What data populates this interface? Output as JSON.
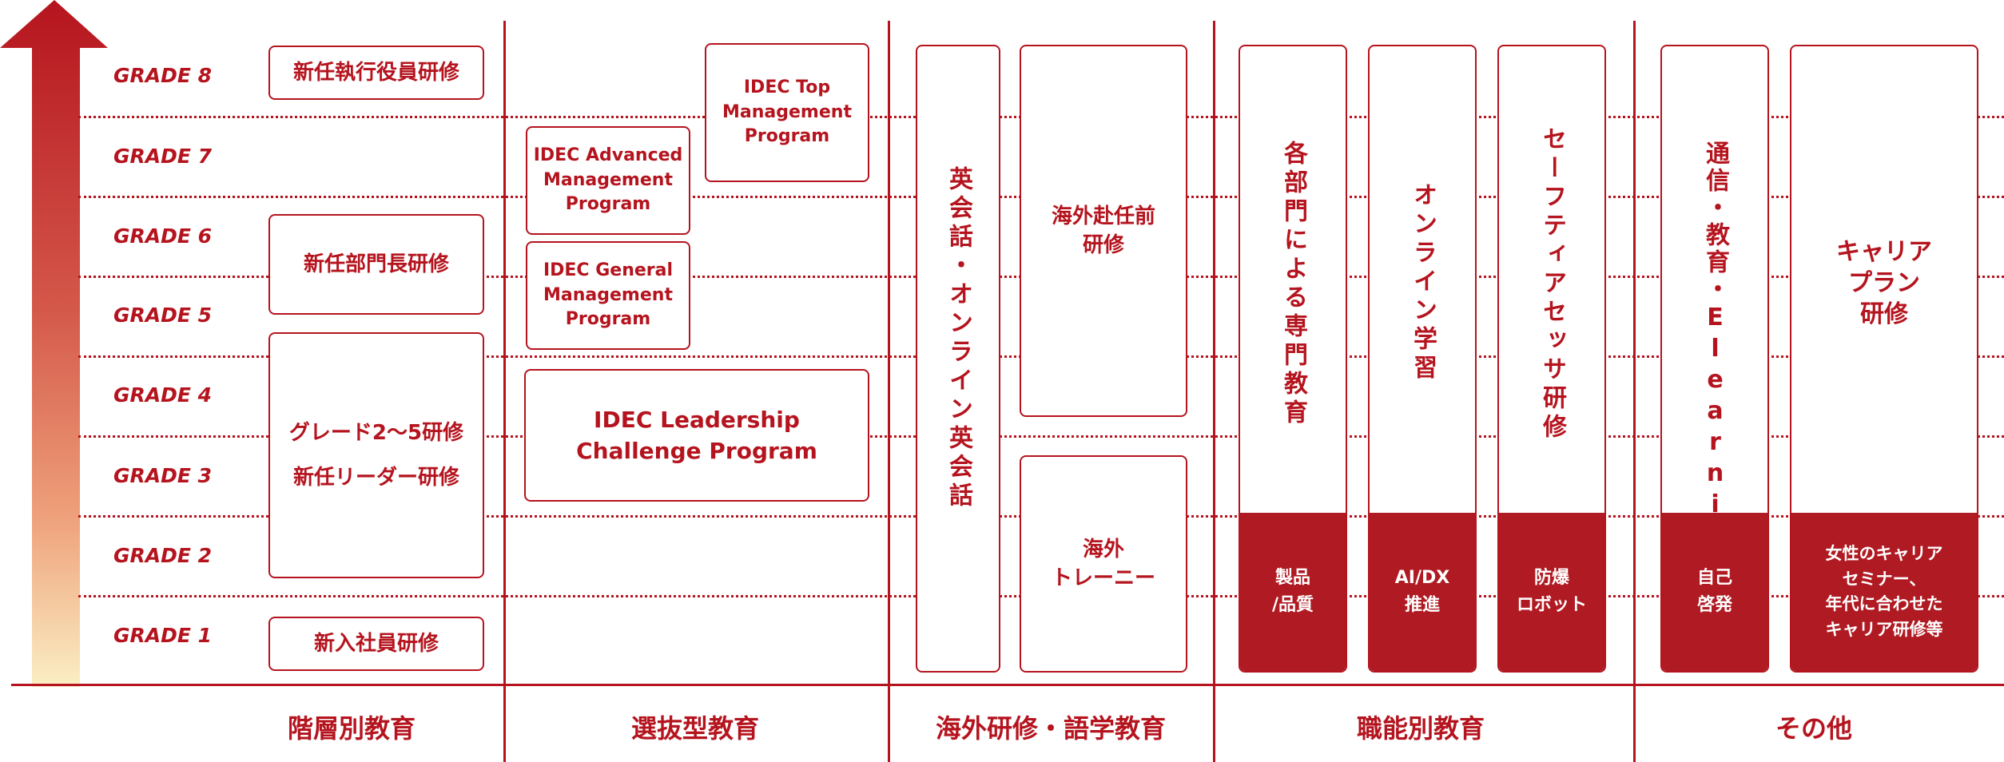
{
  "colors": {
    "primary": "#b5141e",
    "filled": "#b01a22",
    "arrow_top": "#b5141e",
    "arrow_bottom": "#fbefc4"
  },
  "grades": [
    "GRADE 8",
    "GRADE 7",
    "GRADE 6",
    "GRADE 5",
    "GRADE 4",
    "GRADE 3",
    "GRADE 2",
    "GRADE 1"
  ],
  "categories": {
    "hierarchy": "階層別教育",
    "selective": "選抜型教育",
    "overseas": "海外研修・語学教育",
    "functional": "職能別教育",
    "other": "その他"
  },
  "hierarchy": {
    "new_executive": "新任執行役員研修",
    "new_dept_manager": "新任部門長研修",
    "grade_2_5_line1": "グレード2〜5研修",
    "grade_2_5_line2": "新任リーダー研修",
    "new_employee": "新入社員研修"
  },
  "selective": {
    "top_mgmt": "IDEC Top\nManagement\nProgram",
    "advanced_mgmt": "IDEC Advanced\nManagement\nProgram",
    "general_mgmt": "IDEC General\nManagement\nProgram",
    "leadership": "IDEC Leadership\nChallenge Program"
  },
  "overseas": {
    "english": "英会話・オンライン英会話",
    "pre_assignment": "海外赴任前\n研修",
    "trainee": "海外\nトレーニー"
  },
  "functional": {
    "dept_education": "各部門による専門教育",
    "dept_education_sub": "製品\n/品質",
    "online": "オンライン学習",
    "online_sub": "AI/DX\n推進",
    "safety": "セーフティアセッサ研修",
    "safety_sub": "防爆\nロボット"
  },
  "other": {
    "correspondence": "通信・教育・Elearning",
    "correspondence_sub": "自己\n啓発",
    "career": "キャリア\nプラン\n研修",
    "career_sub": "女性のキャリア\nセミナー、\n年代に合わせた\nキャリア研修等"
  }
}
